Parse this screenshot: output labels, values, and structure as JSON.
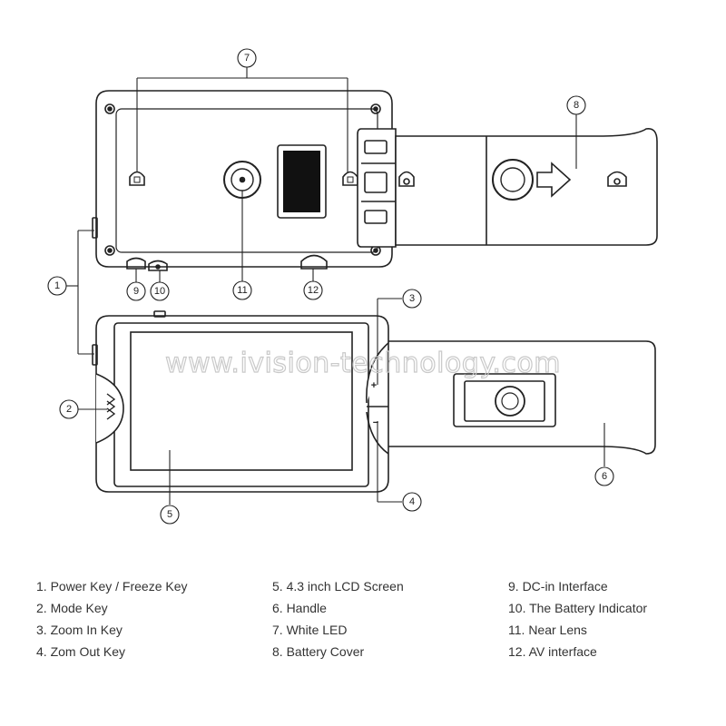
{
  "watermark": "www.ivision-technology.com",
  "callouts": [
    "1",
    "2",
    "3",
    "4",
    "5",
    "6",
    "7",
    "8",
    "9",
    "10",
    "11",
    "12"
  ],
  "legend": {
    "columns": [
      [
        "1. Power Key / Freeze Key",
        "2. Mode Key",
        "3. Zoom In Key",
        "4. Zom Out Key"
      ],
      [
        "5. 4.3 inch LCD Screen",
        "6. Handle",
        "7. White LED",
        "8. Battery Cover"
      ],
      [
        "9. DC-in Interface",
        "10. The Battery Indicator",
        "11. Near Lens",
        "12. AV interface"
      ]
    ]
  },
  "button_glyphs": {
    "zoom_in": "+",
    "zoom_out": "−"
  }
}
